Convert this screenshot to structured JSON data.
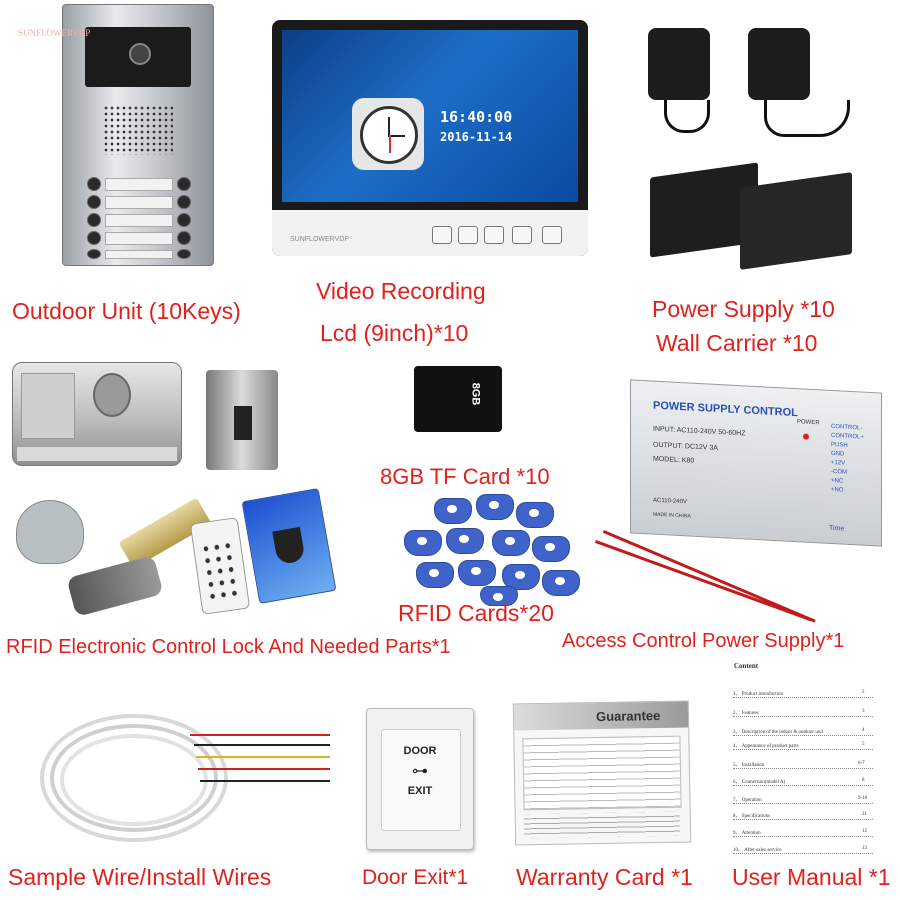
{
  "labels": {
    "outdoor_unit": "Outdoor Unit (10Keys)",
    "video_recording": "Video Recording",
    "lcd": "Lcd (9inch)*10",
    "power_supply": "Power Supply *10",
    "wall_carrier": "Wall Carrier *10",
    "tf_card": "8GB TF Card *10",
    "rfid_cards": "RFID Cards*20",
    "rfid_lock": "RFID Electronic Control Lock And Needed Parts*1",
    "access_power": "Access Control Power Supply*1",
    "sample_wire": "Sample Wire/Install Wires",
    "door_exit": "Door Exit*1",
    "warranty": "Warranty Card *1",
    "manual": "User Manual *1"
  },
  "outdoor_panel": {
    "watermark": "SUNFLOWERVDP"
  },
  "monitor": {
    "time": "16:40:00",
    "date": "2016-11-14",
    "brand": "SUNFLOWERVDP"
  },
  "tf": {
    "size": "8GB"
  },
  "psu_box": {
    "title": "POWER SUPPLY CONTROL",
    "input": "INPUT: AC110-240V 50-60HZ",
    "output": "OUTPUT: DC12V 3A",
    "model": "MODEL: K80",
    "ac": "AC110-240V",
    "made": "MADE IN CHINA",
    "power": "POWER",
    "time": "Time",
    "terminals": [
      "CONTROL-",
      "CONTROL+",
      "PUSH",
      "GND",
      "+12V",
      "-COM",
      "+NC",
      "+NO"
    ]
  },
  "door_exit_button": {
    "line1": "DOOR",
    "line2": "EXIT"
  },
  "warranty_card": {
    "title": "Guarantee"
  },
  "manual_page": {
    "title": "Content",
    "items": [
      "1、 Product introduction",
      "2、 Features",
      "3、 Description of the indoor & outdoor unit",
      "4、 Appearance of product parts",
      "5、 Installation",
      "6、 Connection(model A)",
      "7、 Operation",
      "8、 Specifications",
      "9、 Attention",
      "10、 After-sales service"
    ],
    "pages": [
      "2",
      "3",
      "4",
      "5",
      "6-7",
      "8",
      "9-10",
      "11",
      "12",
      "13"
    ]
  }
}
